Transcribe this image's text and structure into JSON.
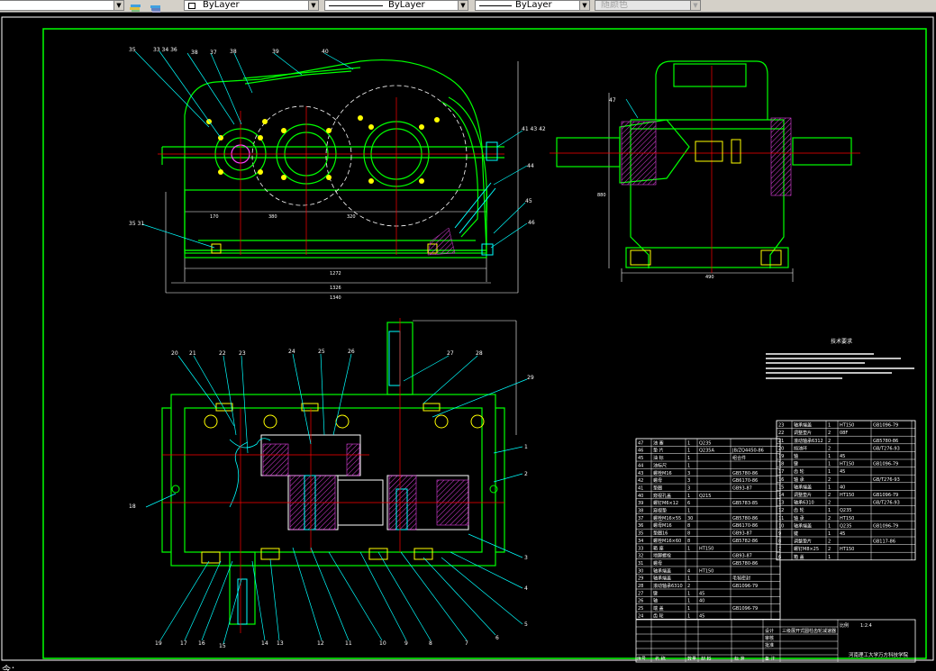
{
  "toolbar": {
    "layer_color": "ByLayer",
    "linetype": "ByLayer",
    "lineweight": "ByLayer",
    "plot_style": "随颜色"
  },
  "command_line": {
    "prompt": "令："
  },
  "top_view": {
    "callouts": [
      "35",
      "33 34 36",
      "38",
      "37",
      "38",
      "39",
      "40",
      "41 43 42",
      "44",
      "45",
      "46",
      "35 31"
    ],
    "dimensions": [
      "170",
      "380",
      "320",
      "1272",
      "1326",
      "1340"
    ]
  },
  "side_view": {
    "callouts": [
      "47"
    ],
    "dimensions": [
      "880",
      "490"
    ]
  },
  "bottom_view": {
    "callouts_top": [
      "20",
      "21",
      "22",
      "23",
      "24",
      "25",
      "26",
      "27",
      "28",
      "29"
    ],
    "callouts_right": [
      "1",
      "2",
      "3",
      "4",
      "5",
      "6"
    ],
    "callouts_left": [
      "18"
    ],
    "callouts_bottom": [
      "19",
      "17",
      "16",
      "15",
      "14",
      "13",
      "12",
      "11",
      "10",
      "9",
      "8",
      "7"
    ]
  },
  "notes_title": "技术要求",
  "parts_table_left": {
    "rows": [
      {
        "no": "47",
        "name": "油 塞",
        "qty": "1",
        "mat": "Q235",
        "std": ""
      },
      {
        "no": "46",
        "name": "垫 片",
        "qty": "1",
        "mat": "Q235A",
        "std": "JB/ZQ4450-86"
      },
      {
        "no": "45",
        "name": "油 标",
        "qty": "1",
        "mat": "",
        "std": "组合件"
      },
      {
        "no": "44",
        "name": "油标尺",
        "qty": "1",
        "mat": "",
        "std": ""
      },
      {
        "no": "43",
        "name": "螺栓M16",
        "qty": "3",
        "mat": "",
        "std": "GB5780-86"
      },
      {
        "no": "42",
        "name": "螺母",
        "qty": "3",
        "mat": "",
        "std": "GB6170-86"
      },
      {
        "no": "41",
        "name": "垫圈",
        "qty": "3",
        "mat": "",
        "std": "GB93-87"
      },
      {
        "no": "40",
        "name": "窥视孔盖",
        "qty": "1",
        "mat": "Q215",
        "std": ""
      },
      {
        "no": "39",
        "name": "螺钉M6×12",
        "qty": "6",
        "mat": "",
        "std": "GB5783-85"
      },
      {
        "no": "38",
        "name": "窥视垫",
        "qty": "1",
        "mat": "",
        "std": ""
      },
      {
        "no": "37",
        "name": "螺栓M16×55",
        "qty": "30",
        "mat": "",
        "std": "GB5780-86"
      },
      {
        "no": "36",
        "name": "螺母M16",
        "qty": "8",
        "mat": "",
        "std": "GB6170-86"
      },
      {
        "no": "35",
        "name": "垫圈16",
        "qty": "8",
        "mat": "",
        "std": "GB93-87"
      },
      {
        "no": "34",
        "name": "螺栓M16×60",
        "qty": "8",
        "mat": "",
        "std": "GB5782-86"
      },
      {
        "no": "33",
        "name": "箱 座",
        "qty": "1",
        "mat": "HT150",
        "std": ""
      },
      {
        "no": "32",
        "name": "地脚螺栓",
        "qty": "",
        "mat": "",
        "std": "GB93-87"
      },
      {
        "no": "31",
        "name": "螺母",
        "qty": "",
        "mat": "",
        "std": "GB5780-86"
      },
      {
        "no": "30",
        "name": "轴承端盖",
        "qty": "4",
        "mat": "HT150",
        "std": ""
      },
      {
        "no": "29",
        "name": "轴承端盖",
        "qty": "1",
        "mat": "",
        "std": "毛毡密封"
      },
      {
        "no": "28",
        "name": "滚动轴承6310",
        "qty": "2",
        "mat": "",
        "std": "GB1096-79"
      },
      {
        "no": "27",
        "name": "键",
        "qty": "1",
        "mat": "45",
        "std": ""
      },
      {
        "no": "26",
        "name": "轴",
        "qty": "1",
        "mat": "40",
        "std": ""
      },
      {
        "no": "25",
        "name": "端 盖",
        "qty": "1",
        "mat": "",
        "std": "GB1096-79"
      },
      {
        "no": "24",
        "name": "齿 轮",
        "qty": "1",
        "mat": "45",
        "std": ""
      }
    ],
    "header": [
      "序号",
      "名 称",
      "数量",
      "材 料",
      "标 准",
      "备 注"
    ],
    "sign_rows": [
      "设计",
      "审核",
      "批准"
    ],
    "drawing_title": "三级展开式圆柱齿轮减速器",
    "scale_label": "比例",
    "scale_value": "1:2.4"
  },
  "parts_table_right": {
    "rows": [
      {
        "no": "23",
        "name": "轴承端盖",
        "qty": "1",
        "mat": "HT150",
        "std": "GB1096-79"
      },
      {
        "no": "22",
        "name": "调整垫片",
        "qty": "2",
        "mat": "08F",
        "std": ""
      },
      {
        "no": "21",
        "name": "滚动轴承6312",
        "qty": "2",
        "mat": "",
        "std": "GB5780-86"
      },
      {
        "no": "20",
        "name": "挡油环",
        "qty": "2",
        "mat": "",
        "std": "GB/T276-93"
      },
      {
        "no": "19",
        "name": "轴",
        "qty": "1",
        "mat": "45",
        "std": ""
      },
      {
        "no": "18",
        "name": "键",
        "qty": "1",
        "mat": "HT150",
        "std": "GB1096-79"
      },
      {
        "no": "17",
        "name": "齿 轮",
        "qty": "1",
        "mat": "45",
        "std": ""
      },
      {
        "no": "16",
        "name": "轴 承",
        "qty": "2",
        "mat": "",
        "std": "GB/T276-93"
      },
      {
        "no": "15",
        "name": "轴承端盖",
        "qty": "1",
        "mat": "40",
        "std": ""
      },
      {
        "no": "14",
        "name": "调整垫片",
        "qty": "2",
        "mat": "HT150",
        "std": "GB1096-79"
      },
      {
        "no": "13",
        "name": "轴承6310",
        "qty": "2",
        "mat": "",
        "std": "GB/T276-93"
      },
      {
        "no": "12",
        "name": "齿 轮",
        "qty": "1",
        "mat": "Q235",
        "std": ""
      },
      {
        "no": "11",
        "name": "轴 承",
        "qty": "2",
        "mat": "HT150",
        "std": ""
      },
      {
        "no": "10",
        "name": "轴承端盖",
        "qty": "1",
        "mat": "Q235",
        "std": "GB1096-79"
      },
      {
        "no": "9",
        "name": "键",
        "qty": "1",
        "mat": "45",
        "std": ""
      },
      {
        "no": "8",
        "name": "调整垫片",
        "qty": "2",
        "mat": "",
        "std": "GB117-86"
      },
      {
        "no": "7",
        "name": "螺钉M8×25",
        "qty": "2",
        "mat": "HT150",
        "std": ""
      },
      {
        "no": "6",
        "name": "箱 盖",
        "qty": "1",
        "mat": "",
        "std": ""
      }
    ],
    "school": "河南理工大学万方科技学院"
  }
}
